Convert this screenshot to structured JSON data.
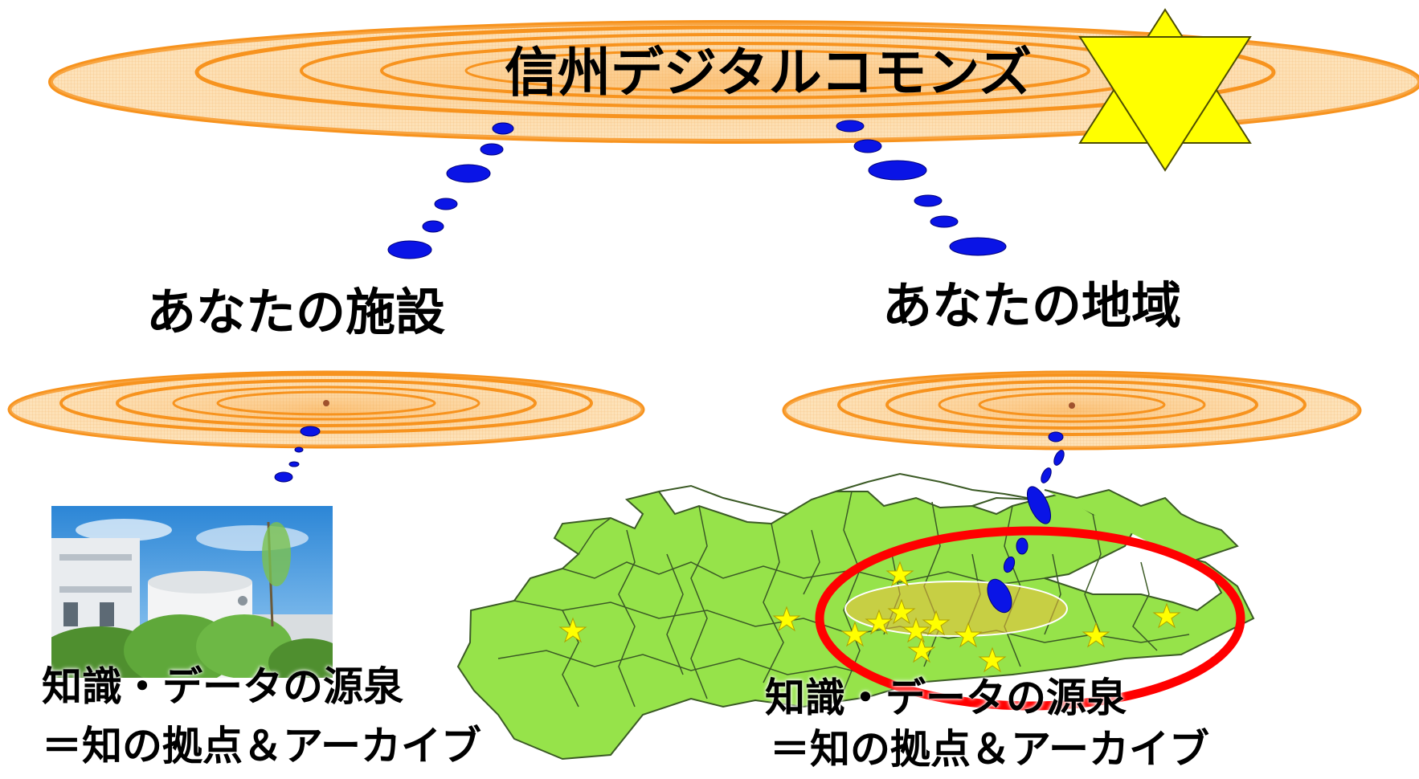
{
  "title": "信州デジタルコモンズ",
  "facility": {
    "heading": "あなたの施設",
    "source_line1": "知識・データの源泉",
    "source_line2": "＝知の拠点＆アーカイブ"
  },
  "region": {
    "heading": "あなたの地域",
    "source_line1": "知識・データの源泉",
    "source_line2": "＝知の拠点＆アーカイブ"
  },
  "colors": {
    "disc_fill": "#fbd9a8",
    "disc_ring": "#f7931e",
    "dots": "#0a14e6",
    "map_fill": "#96e34a",
    "map_border": "#3b5a25",
    "star": "#ffff00",
    "highlight_ring": "#ff0000"
  },
  "icons": [
    "star-icon",
    "building-photo",
    "prefecture-map"
  ]
}
